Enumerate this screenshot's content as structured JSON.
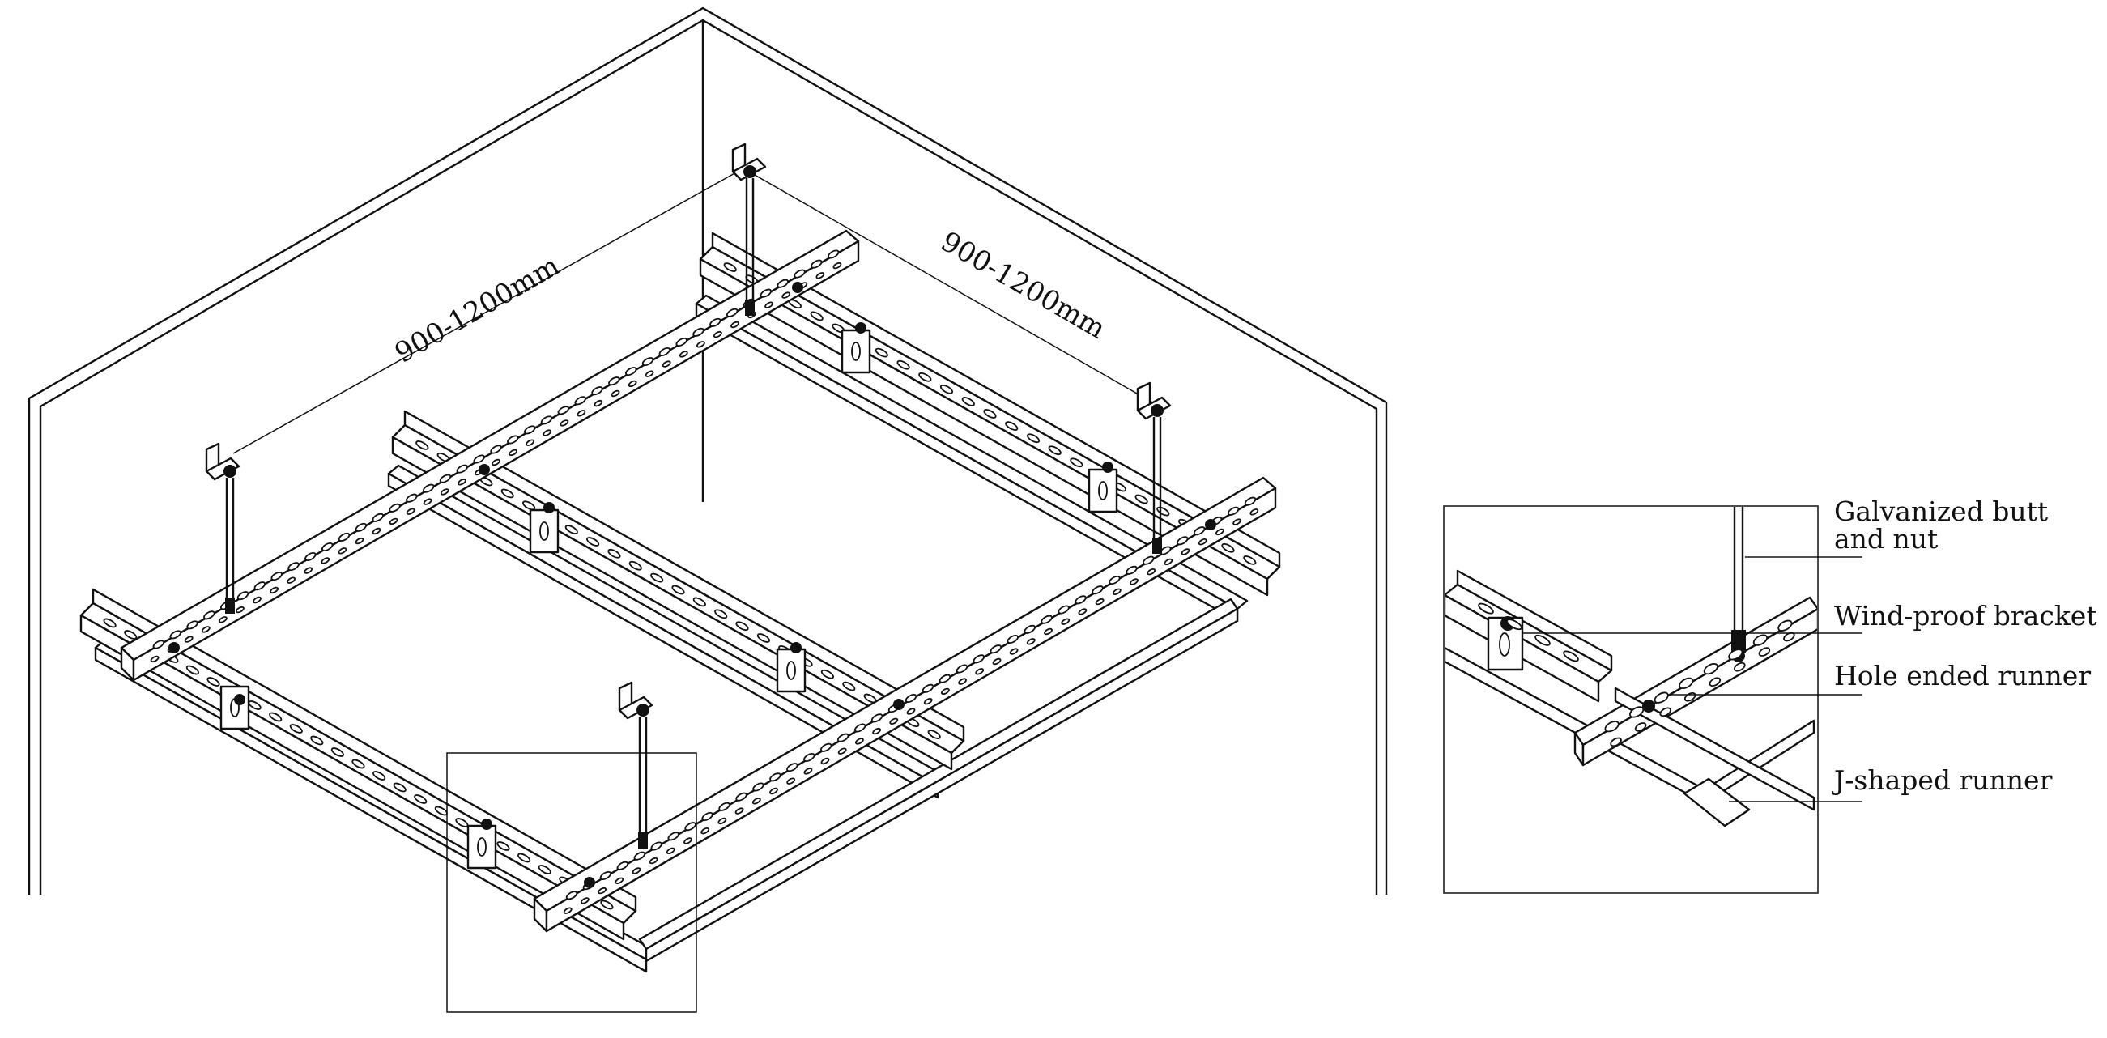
{
  "dimensions": {
    "spacing_left": "900-1200mm",
    "spacing_right": "900-1200mm"
  },
  "callouts": {
    "galvanized_line1": "Galvanized butt",
    "galvanized_line2": "and nut",
    "wind_proof": "Wind-proof bracket",
    "hole_ended": "Hole ended runner",
    "j_shaped": "J-shaped runner"
  }
}
